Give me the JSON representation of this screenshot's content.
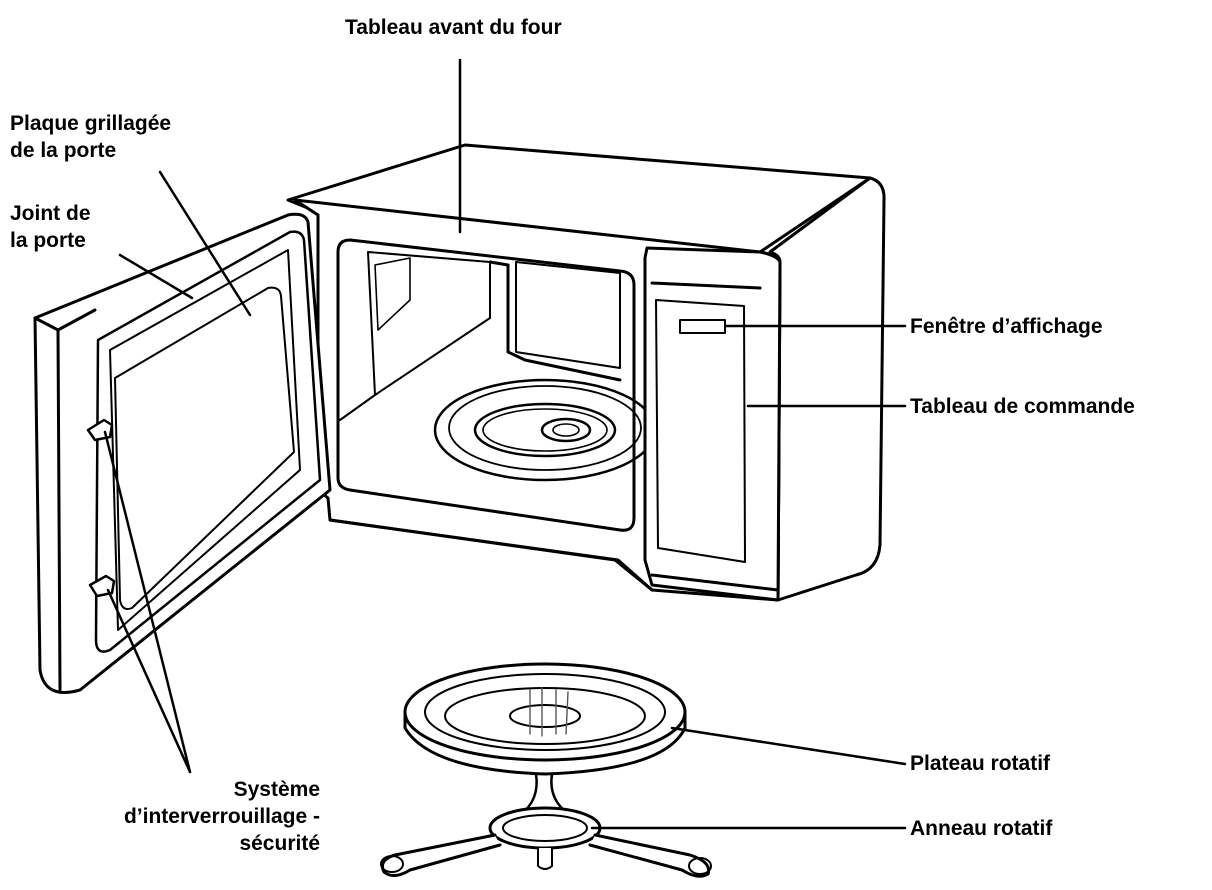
{
  "labels": {
    "oven_front_panel": "Tableau avant du four",
    "door_mesh_plate": [
      "Plaque grillagée",
      "de la porte"
    ],
    "door_seal": [
      "Joint de",
      "la porte"
    ],
    "display_window": "Fenêtre d’affichage",
    "control_panel": "Tableau de commande",
    "turntable": "Plateau rotatif",
    "rotating_ring": "Anneau rotatif",
    "safety_interlock": [
      "Système",
      "d’interverrouillage -",
      "sécurité"
    ]
  },
  "colors": {
    "ink": "#000000",
    "background": "#ffffff"
  }
}
